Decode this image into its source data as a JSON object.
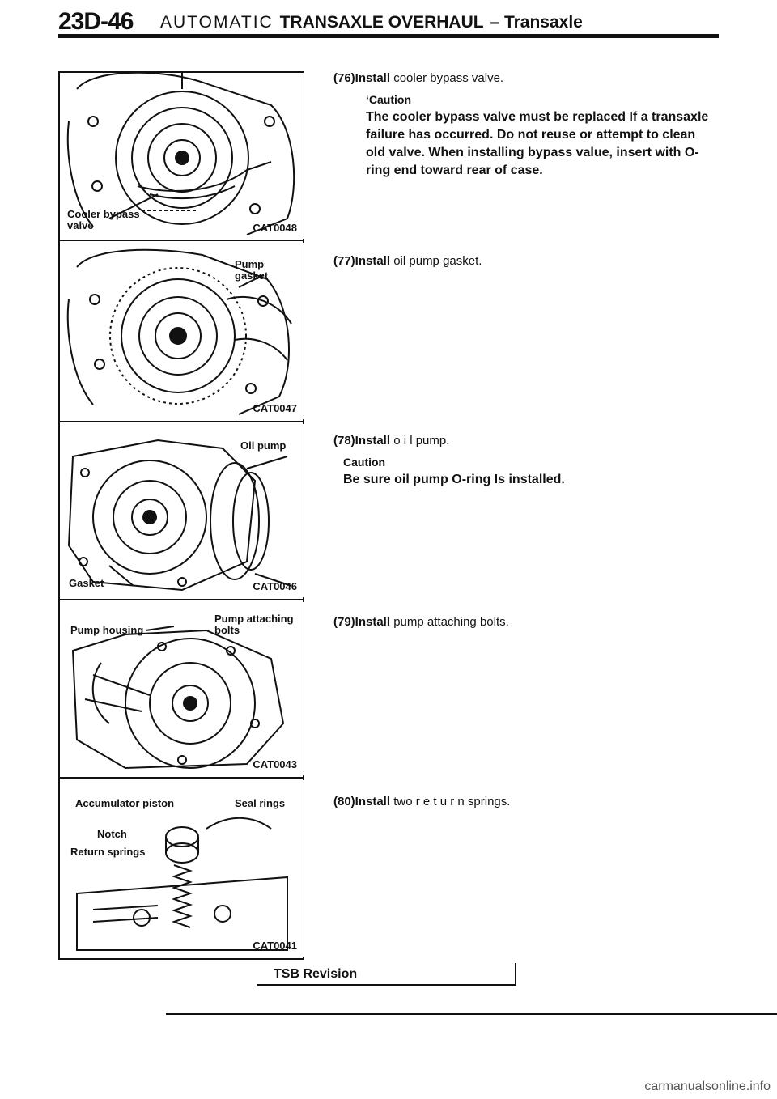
{
  "header": {
    "page_number": "23D-46",
    "title_prefix": "AUTOMATIC",
    "title_main": "TRANSAXLE OVERHAUL",
    "title_suffix": "– Transaxle"
  },
  "figures": [
    {
      "labels": [
        "Cooler bypass",
        "valve"
      ],
      "code": "CAT0048"
    },
    {
      "labels": [
        "Pump",
        "gasket"
      ],
      "code": "CAT0047"
    },
    {
      "labels": [
        "Oil pump",
        "Gasket"
      ],
      "code": "CAT0046"
    },
    {
      "labels": [
        "Pump housing",
        "Pump attaching",
        "bolts"
      ],
      "code": "CAT0043"
    },
    {
      "labels": [
        "Accumulator piston",
        "Seal rings",
        "Notch",
        "Return springs"
      ],
      "code": "CAT0041"
    }
  ],
  "steps": [
    {
      "number": "(76)Install",
      "text": "cooler bypass valve.",
      "caution_heading": "‘Caution",
      "caution_text": "The cooler bypass valve must be replaced If a transaxle failure has occurred. Do not reuse or attempt to clean old valve. When installing bypass value, insert with O-ring end toward rear of case."
    },
    {
      "number": "(77)Install",
      "text": "oil pump gasket."
    },
    {
      "number": "(78)Install",
      "text": "o i l pump.",
      "caution_heading": "Caution",
      "caution_text": "Be sure oil pump O-ring Is installed."
    },
    {
      "number": "(79)Install",
      "text": "pump attaching bolts."
    },
    {
      "number": "(80)Install",
      "text": "two r e t u r n springs."
    }
  ],
  "footer": {
    "tsb_label": "TSB Revision",
    "watermark": "carmanualsonline.info"
  }
}
